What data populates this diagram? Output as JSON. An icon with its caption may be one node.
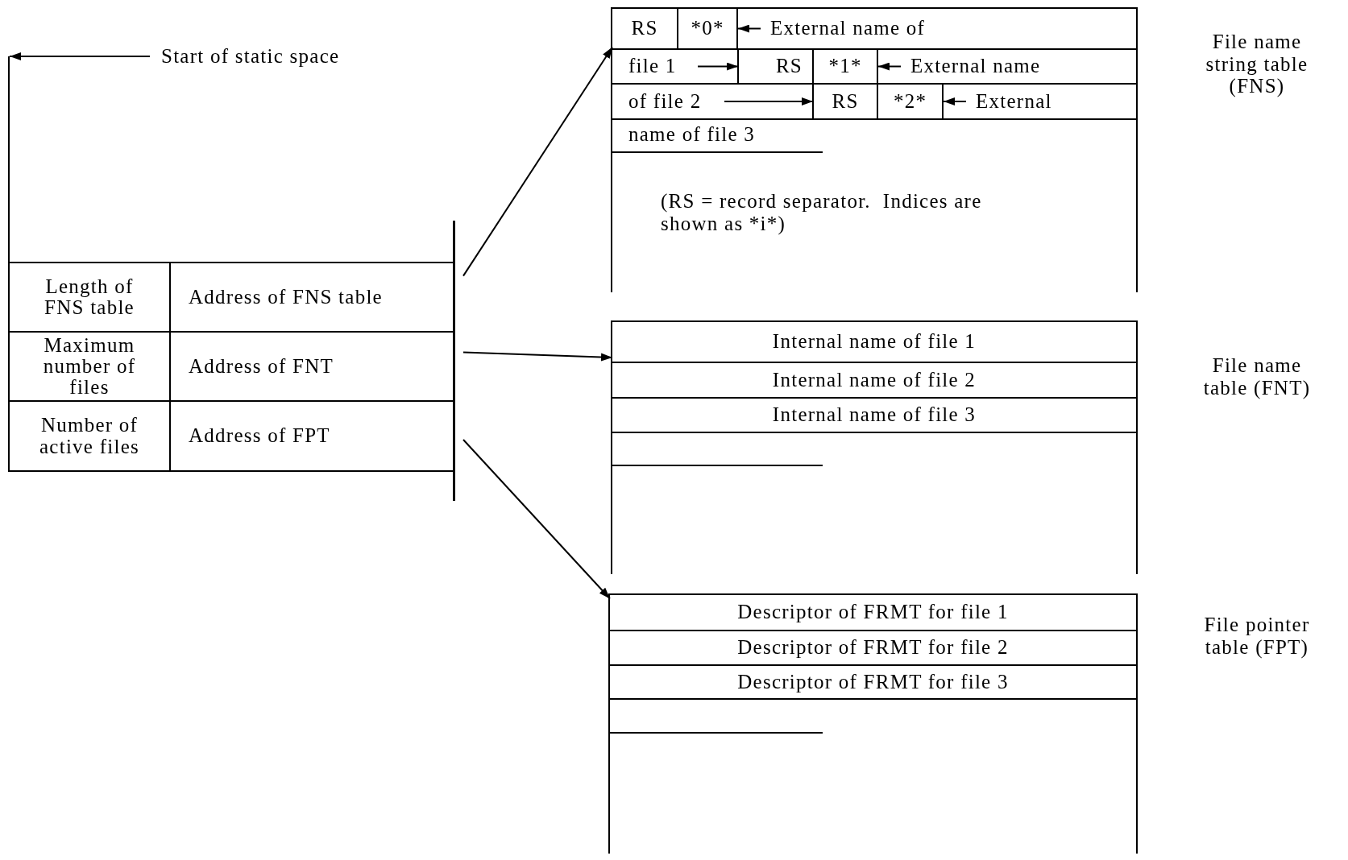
{
  "diagram": {
    "nodes": [
      {
        "text": [
          "Start of static space"
        ]
      },
      {
        "text": [],
        "shape": "box"
      },
      {
        "text": [
          "Length of FNS table"
        ],
        "in": 1
      },
      {
        "text": [
          "Address of FNS table"
        ],
        "in": 1
      },
      {
        "text": [
          "Maximum number of files"
        ],
        "in": 1
      },
      {
        "text": [
          "Address of FNT"
        ],
        "in": 1
      },
      {
        "text": [
          "Number of active files"
        ],
        "in": 1
      },
      {
        "text": [
          "Address of FPT"
        ],
        "in": 1
      },
      {
        "text": [],
        "shape": "box",
        "beside": [
          "File name string table (FNS)"
        ]
      },
      {
        "text": [
          "RS"
        ],
        "in": 8
      },
      {
        "text": [
          "*0*"
        ],
        "in": 8
      },
      {
        "text": [
          "External name of"
        ],
        "in": 8
      },
      {
        "text": [
          "file 1"
        ],
        "in": 8
      },
      {
        "text": [
          "RS"
        ],
        "in": 8
      },
      {
        "text": [
          "*1*"
        ],
        "in": 8
      },
      {
        "text": [
          "External name"
        ],
        "in": 8
      },
      {
        "text": [
          "of file 2"
        ],
        "in": 8
      },
      {
        "text": [
          "RS"
        ],
        "in": 8
      },
      {
        "text": [
          "*2*"
        ],
        "in": 8
      },
      {
        "text": [
          "External"
        ],
        "in": 8
      },
      {
        "text": [
          "name of file 3"
        ],
        "in": 8
      },
      {
        "text": [],
        "shape": "box",
        "beside": [
          "File name table (FNT)"
        ]
      },
      {
        "text": [
          "Internal name of file 1"
        ],
        "in": 21
      },
      {
        "text": [
          "Internal name of file 2"
        ],
        "in": 21
      },
      {
        "text": [
          "Internal name of file 3"
        ],
        "in": 21
      },
      {
        "text": [],
        "shape": "box",
        "beside": [
          "File pointer table (FPT)"
        ]
      },
      {
        "text": [
          "Descriptor of FRMT for file 1"
        ],
        "in": 25
      },
      {
        "text": [
          "Descriptor of FRMT for file 2"
        ],
        "in": 25
      },
      {
        "text": [
          "Descriptor of FRMT for file 3"
        ],
        "in": 25
      }
    ],
    "edges": [
      {
        "from": 0,
        "to": 1,
        "arrow": "to"
      },
      {
        "from": 3,
        "to": 8,
        "arrow": "to"
      },
      {
        "from": 5,
        "to": 21,
        "arrow": "to"
      },
      {
        "from": 7,
        "to": 25,
        "arrow": "to"
      },
      {
        "from": 11,
        "to": 10,
        "arrow": "to"
      },
      {
        "from": 12,
        "to": 13,
        "arrow": "to"
      },
      {
        "from": 15,
        "to": 14,
        "arrow": "to"
      },
      {
        "from": 16,
        "to": 17,
        "arrow": "to"
      },
      {
        "from": 19,
        "to": 18,
        "arrow": "to"
      }
    ],
    "labels": [
      "(RS = record separator.  Indices are shown as *i*)"
    ]
  }
}
